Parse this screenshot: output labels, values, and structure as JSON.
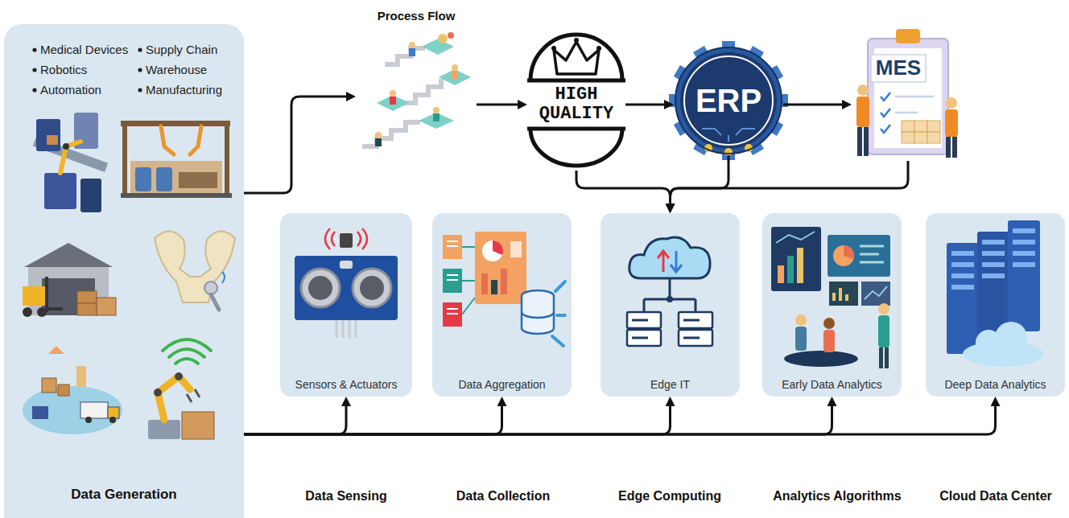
{
  "diagram": {
    "nodes": [
      {
        "text": [
          "Medical Devices",
          "Supply Chain",
          "Robotics",
          "Warehouse",
          "Automation",
          "Manufacturing",
          "Data Generation"
        ]
      },
      {
        "text": [
          "Process Flow"
        ]
      },
      {
        "text": [
          "HIGH QUALITY"
        ]
      },
      {
        "text": [
          "ERP"
        ]
      },
      {
        "text": [
          "MES"
        ]
      },
      {
        "text": [
          "Sensors & Actuators"
        ]
      },
      {
        "text": [
          "Data Aggregation"
        ]
      },
      {
        "text": [
          "Edge IT"
        ]
      },
      {
        "text": [
          "Early Data Analytics"
        ]
      },
      {
        "text": [
          "Deep Data Analytics"
        ]
      }
    ],
    "edges": [
      {
        "from": 0,
        "to": 1,
        "arrow": "to"
      },
      {
        "from": 1,
        "to": 2,
        "arrow": "to"
      },
      {
        "from": 2,
        "to": 3,
        "arrow": "to"
      },
      {
        "from": 3,
        "to": 4,
        "arrow": "to"
      },
      {
        "from": 2,
        "to": 7,
        "arrow": "to"
      },
      {
        "from": 3,
        "to": 7,
        "arrow": "to"
      },
      {
        "from": 4,
        "to": 7,
        "arrow": "to"
      },
      {
        "from": 0,
        "to": 5,
        "arrow": "to"
      },
      {
        "from": 0,
        "to": 6,
        "arrow": "to"
      },
      {
        "from": 0,
        "to": 7,
        "arrow": "to"
      },
      {
        "from": 0,
        "to": 8,
        "arrow": "to"
      },
      {
        "from": 0,
        "to": 9,
        "arrow": "to"
      }
    ],
    "labels": [
      "Data Sensing",
      "Data Collection",
      "Edge Computing",
      "Analytics Algorithms",
      "Cloud Data Center"
    ]
  }
}
